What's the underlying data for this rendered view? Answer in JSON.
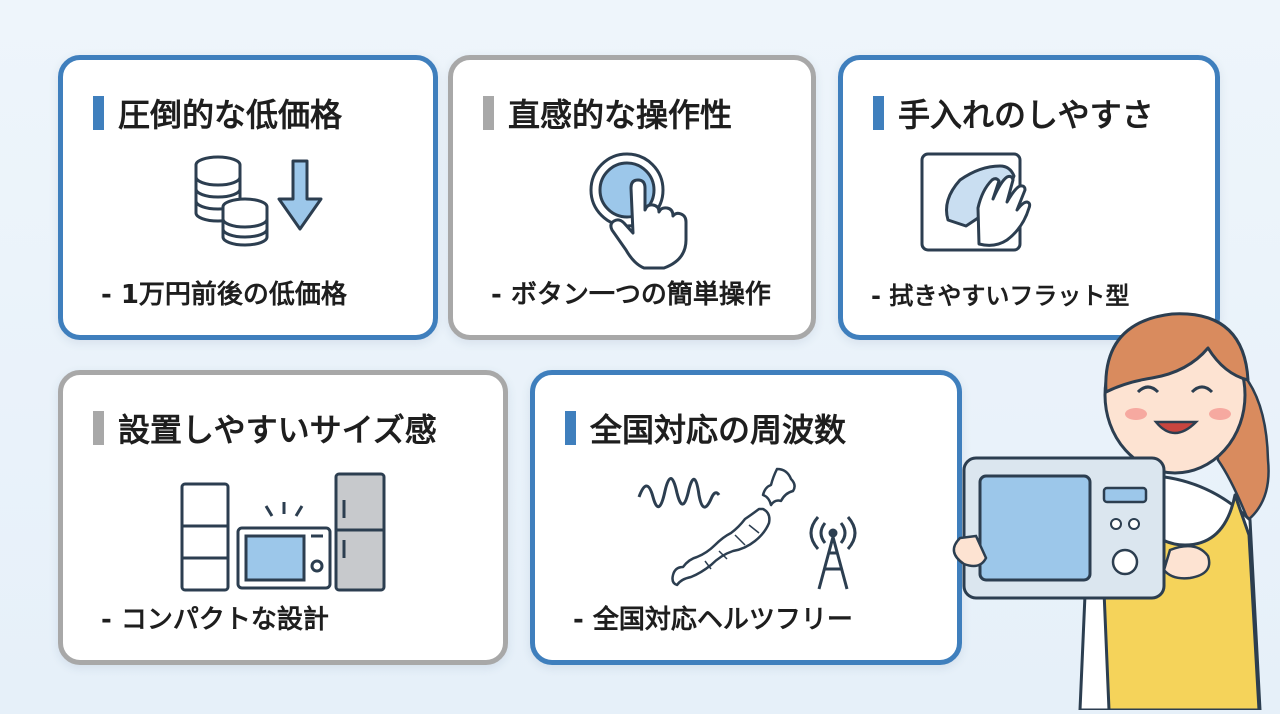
{
  "cards": [
    {
      "title": "圧倒的な低価格",
      "desc": "- 1万円前後の低価格",
      "icon": "coins-down-arrow-icon"
    },
    {
      "title": "直感的な操作性",
      "desc": "- ボタン一つの簡単操作",
      "icon": "finger-press-button-icon"
    },
    {
      "title": "手入れのしやすさ",
      "desc": "- 拭きやすいフラット型",
      "icon": "hand-wipe-cloth-icon"
    },
    {
      "title": "設置しやすいサイズ感",
      "desc": "- コンパクトな設計",
      "icon": "appliances-size-icon"
    },
    {
      "title": "全国対応の周波数",
      "desc": "- 全国対応ヘルツフリー",
      "icon": "japan-map-frequency-icon"
    }
  ],
  "colors": {
    "accent": "#3f7fbd",
    "gray": "#a8a8a8",
    "icon_fill": "#9cc7ea",
    "apron": "#f5d35a",
    "hair": "#d98b5e"
  },
  "illustration": "woman-holding-microwave"
}
